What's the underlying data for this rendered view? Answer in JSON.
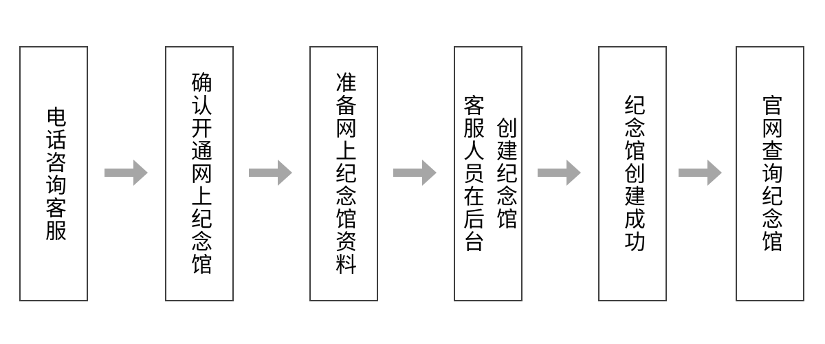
{
  "flowchart": {
    "title": "online-memorial-creation-process",
    "steps": [
      {
        "label": "电话咨询客服"
      },
      {
        "label": "确认开通网上纪念馆"
      },
      {
        "label": "准备网上纪念馆资料"
      },
      {
        "label": "客服人员在后台\n创建纪念馆"
      },
      {
        "label": "纪念馆创建成功"
      },
      {
        "label": "官网查询纪念馆"
      }
    ],
    "colors": {
      "background": "#ffffff",
      "box_border": "#3f3f3f",
      "text": "#000000",
      "arrow": "#a6a6a6"
    }
  }
}
